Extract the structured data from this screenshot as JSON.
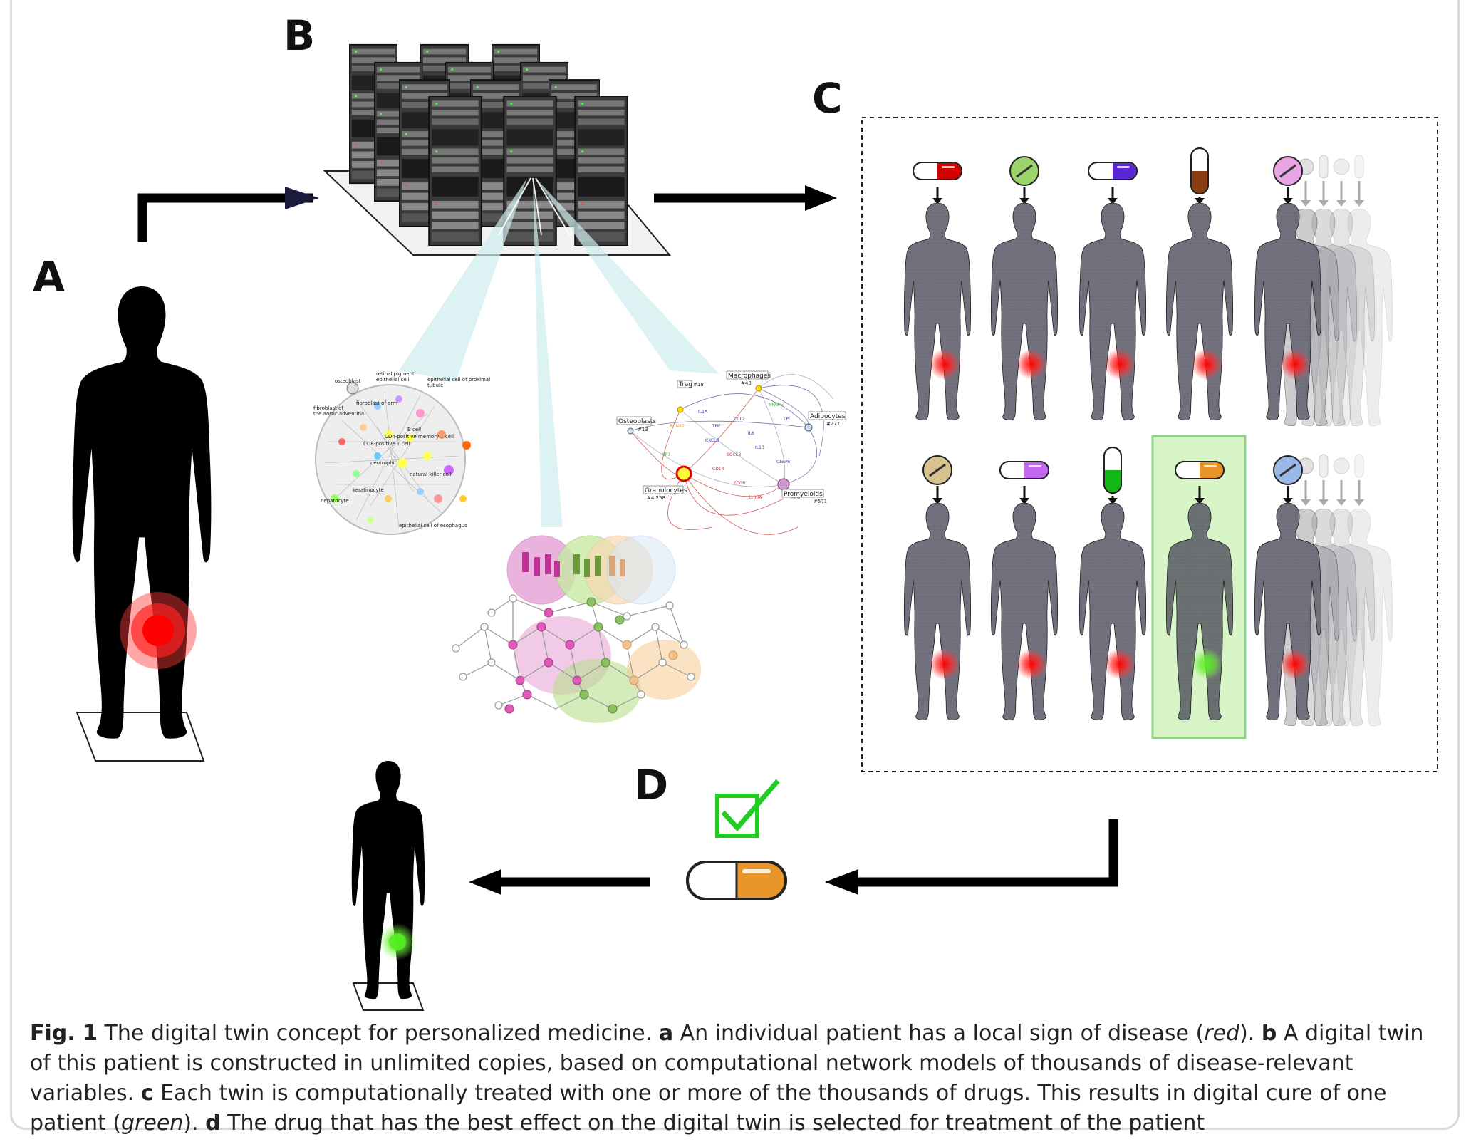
{
  "panel_labels": {
    "a": "A",
    "b": "B",
    "c": "C",
    "d": "D"
  },
  "colors": {
    "disease": "#ff1a1a",
    "cure": "#44dd22",
    "twin_body": "#6b6b78",
    "selected_bg": "#d8f5c8",
    "selected_border": "#8fd483",
    "pill_orange": "#e8962a",
    "check": "#22cc22",
    "beam": "#cfeeee"
  },
  "network_labels": {
    "immune": [
      "Treg #18",
      "Macrophages #48",
      "Adipocytes #277",
      "Osteoblasts #13",
      "Granulocytes #4,258",
      "Promyeloids #571"
    ],
    "cells": [
      "osteoblast",
      "retinal pigment epithelial cell",
      "epithelial cell of proximal tubule",
      "fibroblast of the aortic adventitia",
      "fibroblast of arm",
      "B cell",
      "CD8-positive T cell",
      "CD4-positive memory T cell",
      "neutrophil",
      "natural killer cell",
      "keratinocyte",
      "hepatocyte",
      "epithelial cell of esophagus"
    ]
  },
  "drugs": {
    "row1": [
      "red-capsule",
      "green-tablet",
      "purple-capsule",
      "brown-capsule",
      "pink-tablet"
    ],
    "row2": [
      "tan-tablet",
      "violet-capsule",
      "green-capsule",
      "orange-capsule",
      "blue-tablet"
    ],
    "selected": "orange-capsule"
  },
  "caption": {
    "fig": "Fig. 1",
    "intro": " The digital twin concept for personalized medicine. ",
    "a_key": "a",
    "a_text": " An individual patient has a local sign of disease (",
    "a_red": "red",
    "a_end": "). ",
    "b_key": "b",
    "b_text": " A digital twin of this patient is constructed in unlimited copies, based on computational network models of thousands of disease-relevant variables. ",
    "c_key": "c",
    "c_text": " Each twin is computationally treated with one or more of the thousands of drugs. This results in digital cure of one patient (",
    "c_green": "green",
    "c_end": "). ",
    "d_key": "d",
    "d_text": " The drug that has the best effect on the digital twin is selected for treatment of the patient"
  }
}
